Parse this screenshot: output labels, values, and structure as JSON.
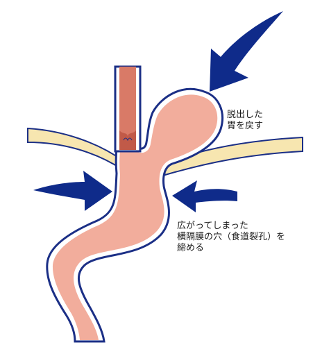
{
  "colors": {
    "stomach_fill": "#f2ad9c",
    "outline": "#1b2f86",
    "esophagus_fill": "#d97a67",
    "diaphragm_fill": "#f7e6b0",
    "arrow_fill": "#0f2b8a"
  },
  "labels": {
    "hernia_return": [
      "脱出した",
      "胃を戻す"
    ],
    "hiatus_narrow": [
      "広がってしまった",
      "横隔膜の穴（食道裂孔）を",
      "締める"
    ]
  }
}
